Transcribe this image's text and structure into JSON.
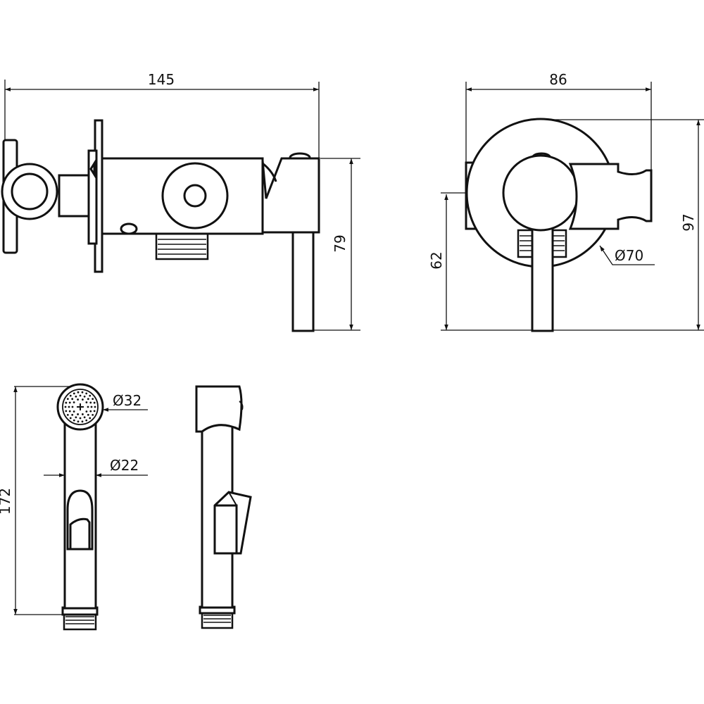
{
  "dimensions": {
    "side_view_width": "145",
    "side_view_height": "79",
    "front_view_width": "86",
    "front_view_height": "97",
    "front_view_axis_height": "62",
    "plate_diameter": "Ø70",
    "spray_head_diameter": "Ø32",
    "handle_diameter": "Ø22",
    "handset_length": "172"
  },
  "colors": {
    "line": "#111111",
    "background": "#ffffff"
  }
}
